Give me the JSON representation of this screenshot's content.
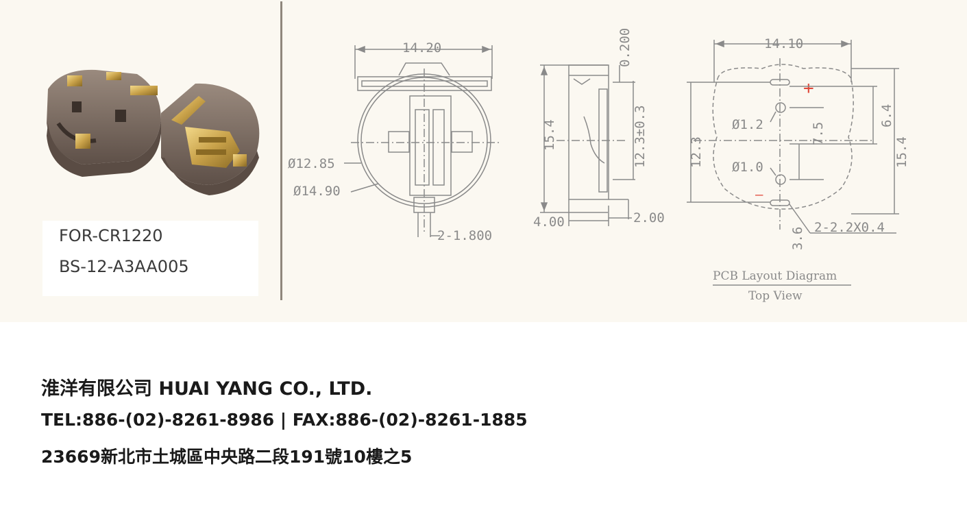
{
  "product": {
    "battery": "FOR-CR1220",
    "model": "BS-12-A3AA005"
  },
  "drawing": {
    "front": {
      "width": "14.20",
      "dia_inner": "Ø12.85",
      "dia_outer": "Ø14.90",
      "pin": "2-1.800"
    },
    "side": {
      "thickness": "0.200",
      "height": "15.4",
      "contact_height": "12.3±0.3",
      "depth": "4.00",
      "tab": "2.00"
    },
    "pcb": {
      "width": "14.10",
      "hole1": "Ø1.2",
      "hole2": "Ø1.0",
      "dist_7_5": "7.5",
      "dist_6_4": "6.4",
      "height_left": "12.3",
      "height_right": "15.4",
      "bottom": "3.6",
      "slots": "2-2.2X0.4",
      "caption_title": "PCB Layout Diagram",
      "caption_sub": "Top View",
      "plus": "+",
      "minus": "—"
    }
  },
  "company": {
    "name": "淮洋有限公司 HUAI YANG CO., LTD.",
    "contact": "TEL:886-(02)-8261-8986 | FAX:886-(02)-8261-1885",
    "address": "23669新北市土城區中央路二段191號10樓之5"
  },
  "colors": {
    "background": "#fbf8f1",
    "line": "#8a8a8a",
    "holder": "#7a6a5e",
    "gold": "#c9a24a",
    "accent_red": "#e0483a"
  }
}
